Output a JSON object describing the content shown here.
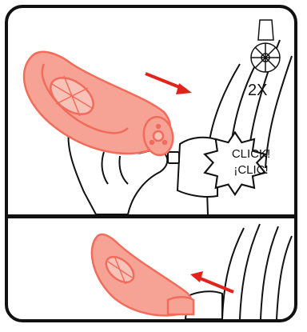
{
  "panels": {
    "top": {
      "repeat_count": "2X",
      "callout": {
        "line1": "CLICK!",
        "line2": "¡CLIC!"
      }
    },
    "bottom": {}
  },
  "colors": {
    "highlight": "#f26b5b",
    "highlight_fill": "#f6a396",
    "arrow": "#e2231a",
    "outline": "#111111"
  },
  "icons": {
    "wheel_badge": "wheel-icon"
  }
}
